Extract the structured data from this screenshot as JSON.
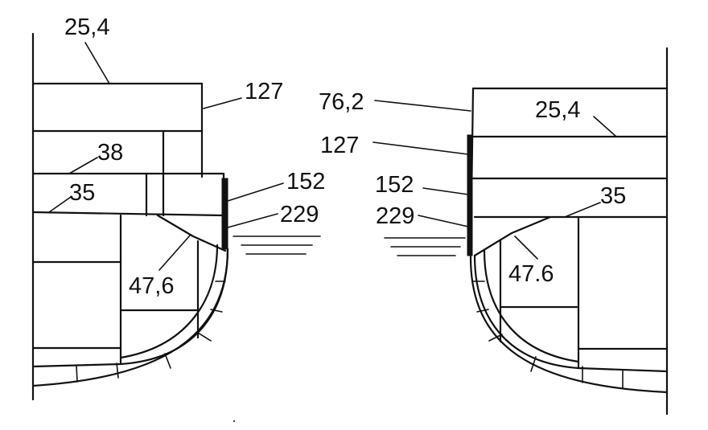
{
  "labels": {
    "left_deck": "25,4",
    "left_sheer": "127",
    "left_38": "38",
    "left_35": "35",
    "left_152": "152",
    "left_229": "229",
    "left_476": "47,6",
    "right_762": "76,2",
    "right_254": "25,4",
    "right_127": "127",
    "right_152": "152",
    "right_229": "229",
    "right_35": "35",
    "right_476": "47.6"
  }
}
